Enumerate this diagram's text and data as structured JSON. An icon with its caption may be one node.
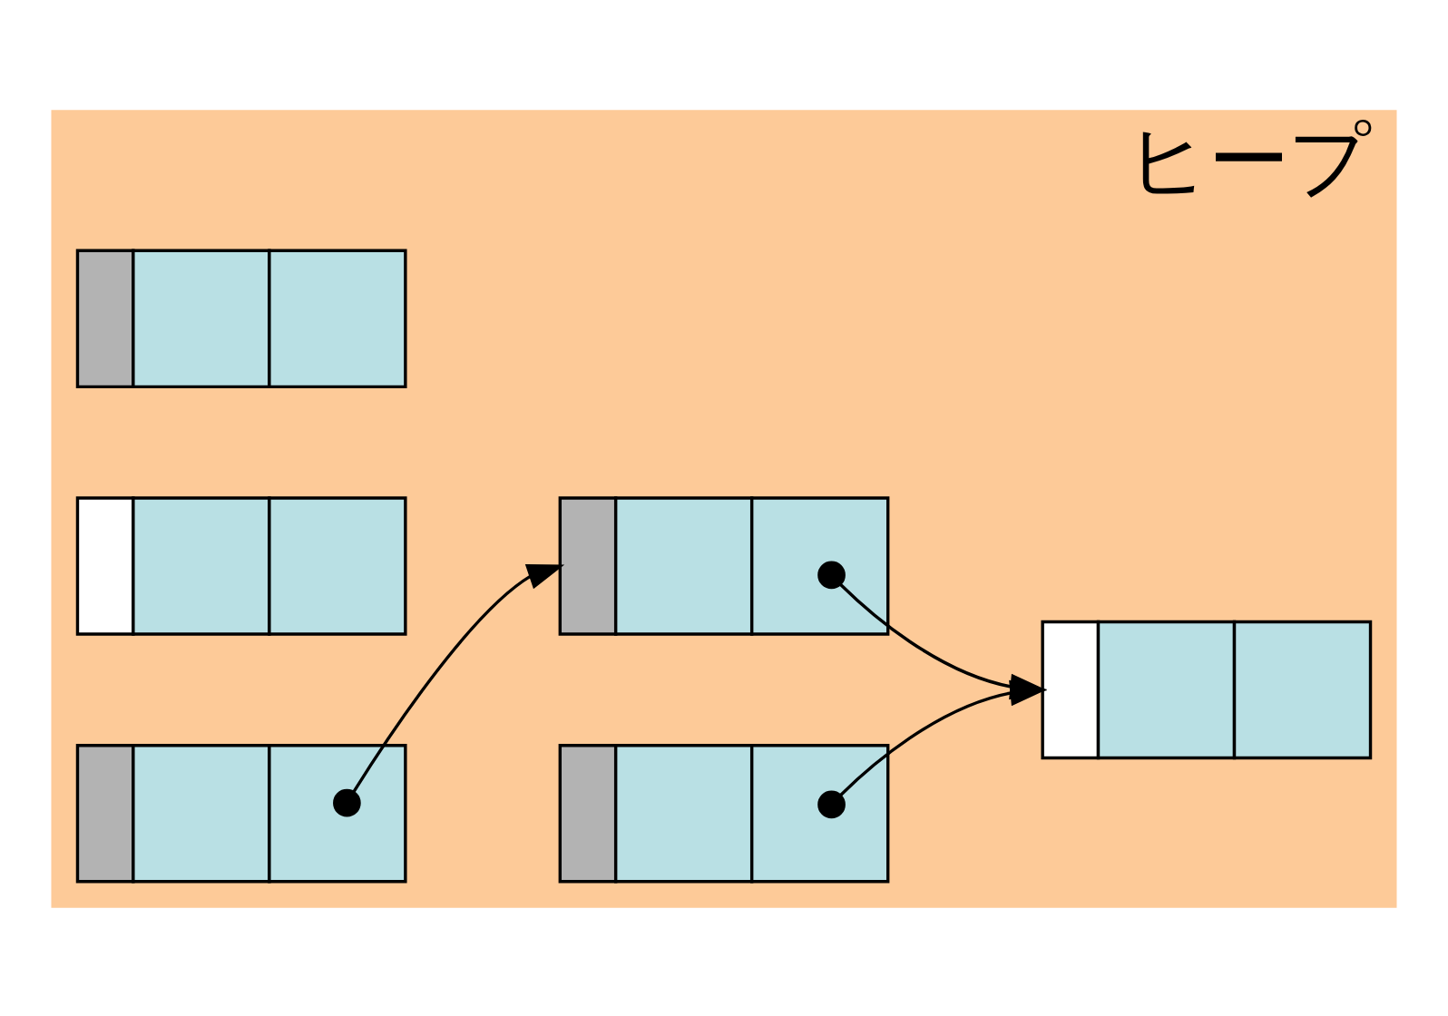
{
  "diagram": {
    "nodes": [
      {
        "text": [
          "ヒープ"
        ]
      },
      {
        "text": [],
        "shape": "box",
        "in": 0
      },
      {
        "text": [],
        "shape": "box",
        "in": 0
      },
      {
        "text": [],
        "shape": "box",
        "in": 0
      },
      {
        "text": [],
        "shape": "box",
        "in": 0
      },
      {
        "text": [],
        "shape": "box",
        "in": 0
      },
      {
        "text": [],
        "shape": "box",
        "in": 0
      }
    ],
    "edges": [
      {
        "from": 3,
        "to": 4,
        "arrow": "to"
      },
      {
        "from": 4,
        "to": 5,
        "arrow": "to"
      },
      {
        "from": 6,
        "to": 5,
        "arrow": "to"
      }
    ]
  }
}
